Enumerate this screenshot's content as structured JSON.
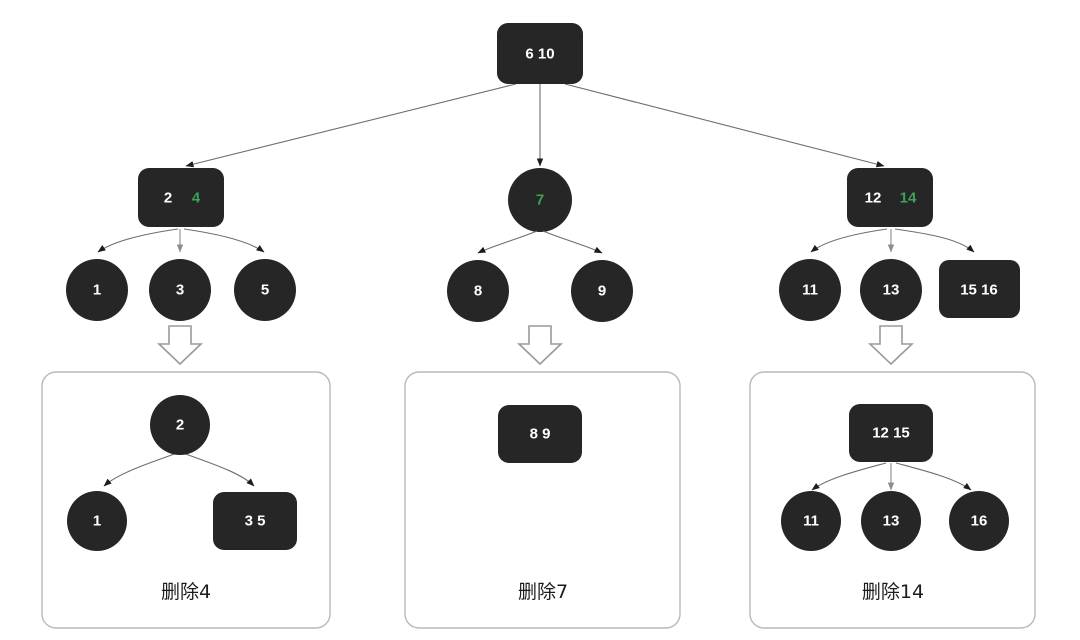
{
  "diagram": {
    "title": "B-tree / 2-3-4 tree deletion illustration",
    "colors": {
      "node_fill": "#262626",
      "node_text": "#ffffff",
      "highlight_text": "#3fa15a",
      "edge": "#6e6e6e",
      "panel_border": "#b9b9b9",
      "background": "#ffffff",
      "big_arrow_fill": "#ffffff",
      "big_arrow_stroke": "#9a9a9a"
    },
    "tree": {
      "root": {
        "id": "root",
        "label": "6  10",
        "keys": [
          "6",
          "10"
        ],
        "shape": "rounded-rect"
      },
      "level2": [
        {
          "id": "n-2-4",
          "label": "2  4",
          "keys": [
            "2",
            "4"
          ],
          "highlight_key": "4",
          "shape": "rounded-rect"
        },
        {
          "id": "n-7",
          "label": "7",
          "keys": [
            "7"
          ],
          "highlight_key": "7",
          "shape": "circle"
        },
        {
          "id": "n-12-14",
          "label": "12  14",
          "keys": [
            "12",
            "14"
          ],
          "highlight_key": "14",
          "shape": "rounded-rect"
        }
      ],
      "leaves": [
        {
          "id": "leaf-1",
          "label": "1",
          "keys": [
            "1"
          ],
          "shape": "circle"
        },
        {
          "id": "leaf-3",
          "label": "3",
          "keys": [
            "3"
          ],
          "shape": "circle"
        },
        {
          "id": "leaf-5",
          "label": "5",
          "keys": [
            "5"
          ],
          "shape": "circle"
        },
        {
          "id": "leaf-8",
          "label": "8",
          "keys": [
            "8"
          ],
          "shape": "circle"
        },
        {
          "id": "leaf-9",
          "label": "9",
          "keys": [
            "9"
          ],
          "shape": "circle"
        },
        {
          "id": "leaf-11",
          "label": "11",
          "keys": [
            "11"
          ],
          "shape": "circle"
        },
        {
          "id": "leaf-13",
          "label": "13",
          "keys": [
            "13"
          ],
          "shape": "circle"
        },
        {
          "id": "leaf-15-16",
          "label": "15 16",
          "keys": [
            "15",
            "16"
          ],
          "shape": "rounded-rect"
        }
      ]
    },
    "panels": [
      {
        "id": "panel-delete-4",
        "caption": "删除4",
        "nodes": [
          {
            "id": "p1-root",
            "label": "2",
            "shape": "circle"
          },
          {
            "id": "p1-left",
            "label": "1",
            "shape": "circle"
          },
          {
            "id": "p1-right",
            "label": "3  5",
            "shape": "rounded-rect"
          }
        ]
      },
      {
        "id": "panel-delete-7",
        "caption": "删除7",
        "nodes": [
          {
            "id": "p2-root",
            "label": "8  9",
            "shape": "rounded-rect"
          }
        ]
      },
      {
        "id": "panel-delete-14",
        "caption": "删除14",
        "nodes": [
          {
            "id": "p3-root",
            "label": "12  15",
            "shape": "rounded-rect"
          },
          {
            "id": "p3-c1",
            "label": "11",
            "shape": "circle"
          },
          {
            "id": "p3-c2",
            "label": "13",
            "shape": "circle"
          },
          {
            "id": "p3-c3",
            "label": "16",
            "shape": "circle"
          }
        ]
      }
    ],
    "transition_arrows": [
      {
        "id": "arrow-left",
        "icon": "down-arrow-icon"
      },
      {
        "id": "arrow-middle",
        "icon": "down-arrow-icon"
      },
      {
        "id": "arrow-right",
        "icon": "down-arrow-icon"
      }
    ]
  }
}
